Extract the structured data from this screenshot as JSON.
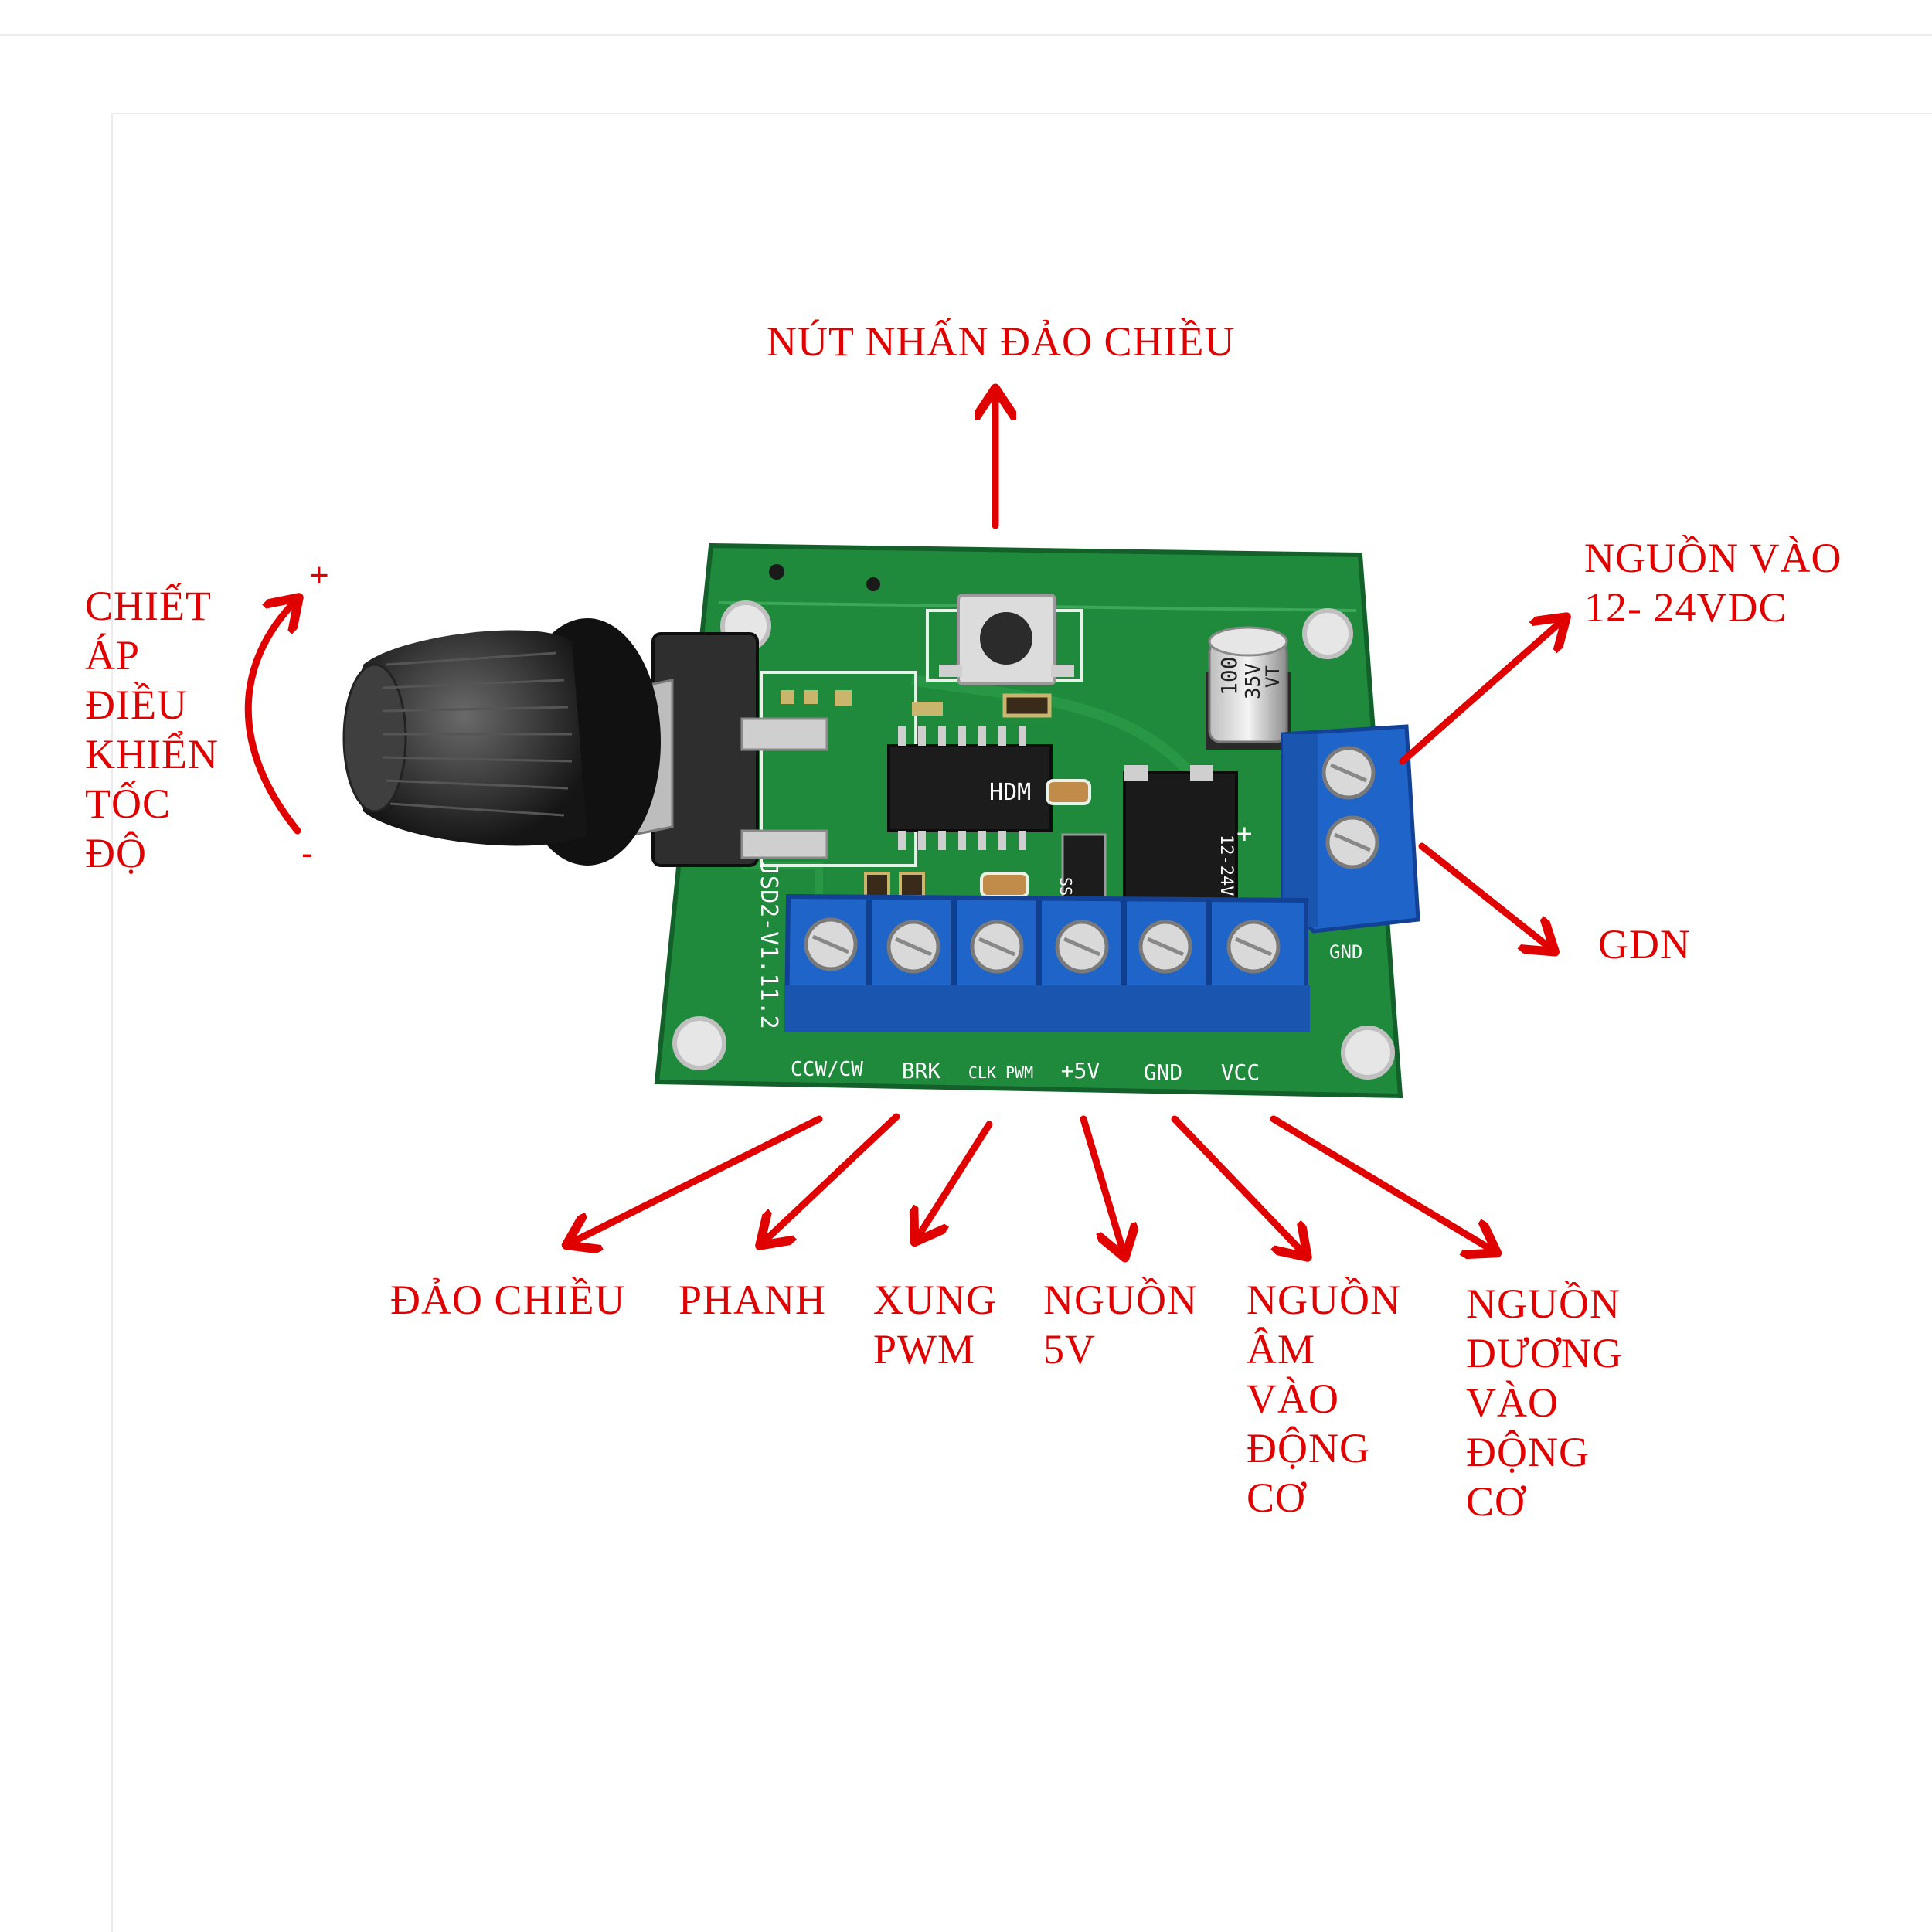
{
  "colors": {
    "annotation": "#e10000",
    "pcb": "#1f8a3c",
    "terminal": "#1f64c8",
    "knob": "#1e1e1e"
  },
  "icons": [
    "arrow-icon",
    "curved-arrow-icon",
    "potentiometer-knob",
    "tactile-button",
    "capacitor",
    "screw-terminal"
  ],
  "labels": {
    "reverse_button": "NÚT NHẤN ĐẢO CHIỀU",
    "pot": [
      "CHIẾT",
      "ÁP",
      "ĐIỀU",
      "KHIỂN",
      "TỐC",
      "ĐỘ"
    ],
    "pot_plus": "+",
    "pot_minus": "-",
    "power_in": [
      "NGUỒN VÀO",
      "12- 24VDC"
    ],
    "gnd": "GDN",
    "reverse": "ĐẢO CHIỀU",
    "brake": "PHANH",
    "pwm": [
      "XUNG",
      "PWM"
    ],
    "v5": [
      "NGUỒN",
      "5V"
    ],
    "motor_neg": [
      "NGUỒN",
      "ÂM",
      "VÀO",
      "ĐỘNG",
      "CƠ"
    ],
    "motor_pos": [
      "NGUỒN",
      "DƯƠNG",
      "VÀO",
      "ĐỘNG",
      "CƠ"
    ]
  },
  "board": {
    "model": "JSD2-V1.11.2",
    "pins": [
      "CCW/CW",
      "BRK",
      "CLK PWM",
      "+5V",
      "GND",
      "VCC"
    ],
    "power_gnd": "GND",
    "power_range": "12-24V",
    "power_plus": "+",
    "cap_value": "100",
    "cap_voltage": "35V",
    "cap_brand": "VT",
    "chip": "HDM",
    "diode": "SS34"
  }
}
